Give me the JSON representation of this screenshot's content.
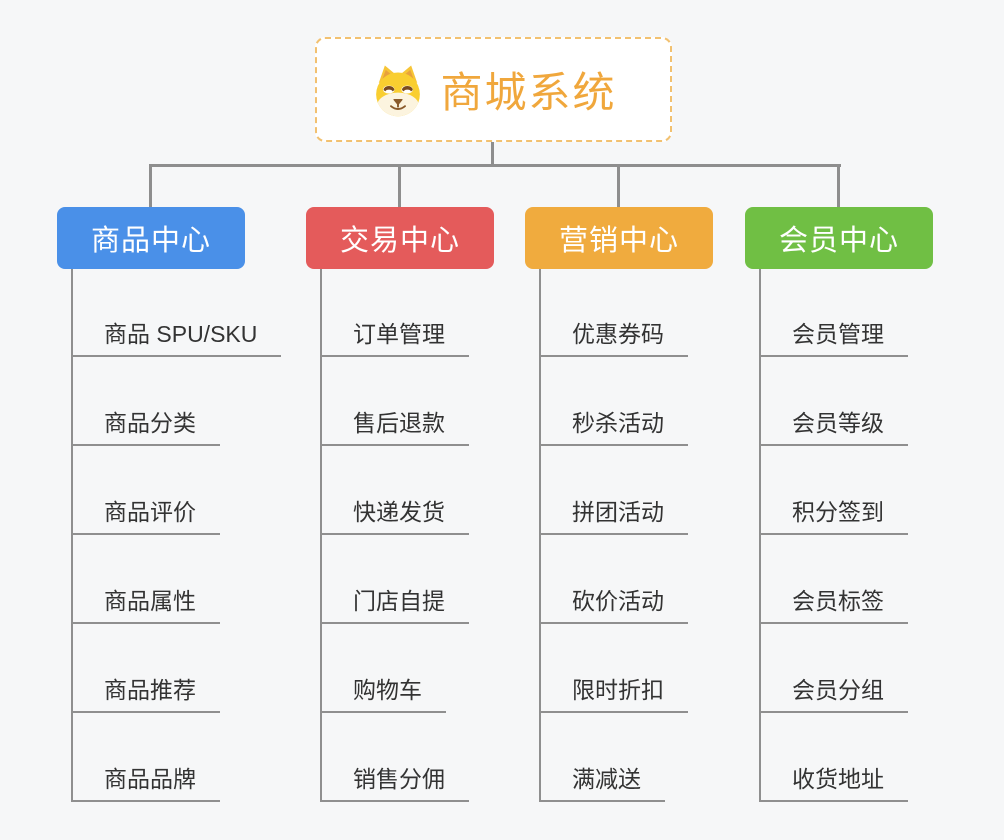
{
  "canvas": {
    "background": "#f6f7f8",
    "connector_color": "#8e8e8e",
    "underline_color": "#8f8f8f"
  },
  "root": {
    "title": "商城系统",
    "title_color": "#F0A73C",
    "border_color": "#f2c170",
    "icon": "shiba-dog-icon"
  },
  "branches": [
    {
      "label": "商品中心",
      "color": "#4A90E8",
      "items": [
        "商品 SPU/SKU",
        "商品分类",
        "商品评价",
        "商品属性",
        "商品推荐",
        "商品品牌"
      ]
    },
    {
      "label": "交易中心",
      "color": "#E45B5B",
      "items": [
        "订单管理",
        "售后退款",
        "快递发货",
        "门店自提",
        "购物车",
        "销售分佣"
      ]
    },
    {
      "label": "营销中心",
      "color": "#F0AB3E",
      "items": [
        "优惠券码",
        "秒杀活动",
        "拼团活动",
        "砍价活动",
        "限时折扣",
        "满减送"
      ]
    },
    {
      "label": "会员中心",
      "color": "#70BF44",
      "items": [
        "会员管理",
        "会员等级",
        "积分签到",
        "会员标签",
        "会员分组",
        "收货地址"
      ]
    }
  ]
}
